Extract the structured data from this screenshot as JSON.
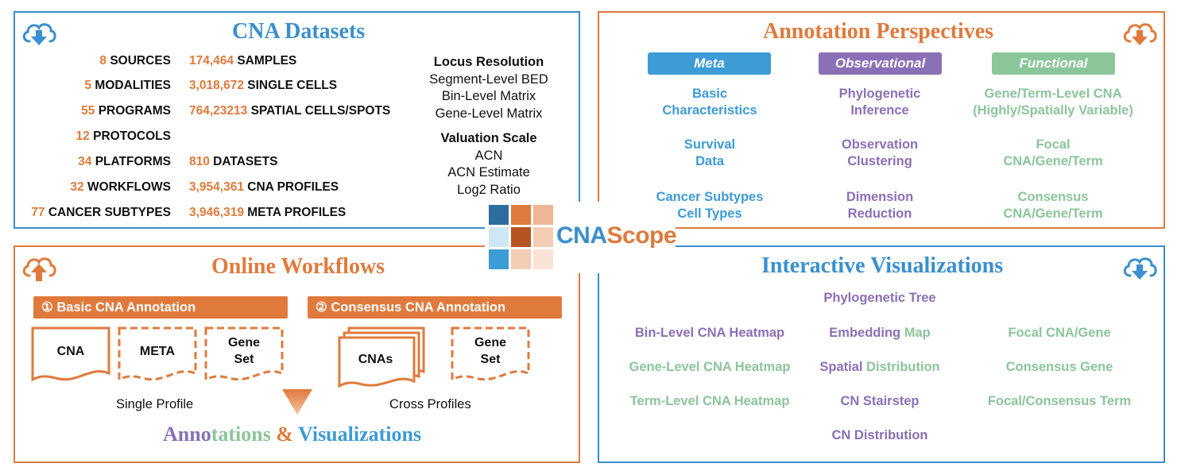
{
  "datasets": {
    "title": "CNA Datasets",
    "stats_left": [
      {
        "num": "8",
        "label": "SOURCES"
      },
      {
        "num": "5",
        "label": "MODALITIES"
      },
      {
        "num": "55",
        "label": "PROGRAMS"
      },
      {
        "num": "12",
        "label": "PROTOCOLS"
      },
      {
        "num": "34",
        "label": "PLATFORMS"
      },
      {
        "num": "32",
        "label": "WORKFLOWS"
      },
      {
        "num": "77",
        "label": "CANCER SUBTYPES"
      }
    ],
    "stats_right": [
      {
        "num": "174,464",
        "label": "SAMPLES"
      },
      {
        "num": "3,018,672",
        "label": "SINGLE CELLS"
      },
      {
        "num": "764,23213",
        "label": "SPATIAL CELLS/SPOTS"
      },
      {
        "num": "810",
        "label": "DATASETS"
      },
      {
        "num": "3,954,361",
        "label": "CNA PROFILES"
      },
      {
        "num": "3,946,319",
        "label": "META PROFILES"
      }
    ],
    "locus_heading": "Locus Resolution",
    "locus_items": [
      "Segment-Level BED",
      "Bin-Level Matrix",
      "Gene-Level Matrix"
    ],
    "valuation_heading": "Valuation Scale",
    "valuation_items": [
      "ACN",
      "ACN Estimate",
      "Log2 Ratio"
    ]
  },
  "annotation": {
    "title": "Annotation Perspectives",
    "columns": [
      {
        "pill": "Meta",
        "color": "#3d9bd6",
        "items": [
          "Basic\nCharacteristics",
          "Survival\nData",
          "Cancer Subtypes\nCell Types"
        ]
      },
      {
        "pill": "Observational",
        "color": "#8a70b6",
        "items": [
          "Phylogenetic\nInference",
          "Observation\nClustering",
          "Dimension\nReduction"
        ]
      },
      {
        "pill": "Functional",
        "color": "#8bc59a",
        "items": [
          "Gene/Term-Level CNA\n(Highly/Spatially Variable)",
          "Focal\nCNA/Gene/Term",
          "Consensus\nCNA/Gene/Term"
        ]
      }
    ]
  },
  "workflows": {
    "title": "Online Workflows",
    "banner1": "① Basic CNA Annotation",
    "banner2": "② Consensus CNA Annotation",
    "doc_cna": "CNA",
    "doc_meta": "META",
    "doc_gene1_l1": "Gene",
    "doc_gene1_l2": "Set",
    "doc_cnas": "CNAs",
    "doc_gene2_l1": "Gene",
    "doc_gene2_l2": "Set",
    "caption_single": "Single Profile",
    "caption_cross": "Cross Profiles",
    "result_parts": [
      {
        "text": "Anno",
        "color": "#8a70b6"
      },
      {
        "text": "tations",
        "color": "#8bc59a"
      },
      {
        "text": " & ",
        "color": "#e07a3c"
      },
      {
        "text": "Visualizations",
        "color": "#3d9bd6"
      }
    ]
  },
  "logo": {
    "part1": "CNA",
    "part2": "Scope",
    "part1_color": "#3a8fce",
    "part2_color": "#e07a3c"
  },
  "visualizations": {
    "title": "Interactive Visualizations",
    "items": [
      {
        "parts": [
          {
            "t": "Phylogenetic Tree",
            "c": "#8a70b6"
          }
        ]
      },
      {
        "parts": [
          {
            "t": "Bin-Level CNA Heatmap",
            "c": "#8a70b6"
          }
        ]
      },
      {
        "parts": [
          {
            "t": "Embedding ",
            "c": "#8a70b6"
          },
          {
            "t": "Map",
            "c": "#8bc59a"
          }
        ]
      },
      {
        "parts": [
          {
            "t": "Focal CNA/Gene",
            "c": "#8bc59a"
          }
        ]
      },
      {
        "parts": [
          {
            "t": "Gene-Level CNA Heatmap",
            "c": "#8bc59a"
          }
        ]
      },
      {
        "parts": [
          {
            "t": "Spatial ",
            "c": "#8a70b6"
          },
          {
            "t": "Distribution",
            "c": "#8bc59a"
          }
        ]
      },
      {
        "parts": [
          {
            "t": "Consensus Gene",
            "c": "#8bc59a"
          }
        ]
      },
      {
        "parts": [
          {
            "t": "Term-Level CNA Heatmap",
            "c": "#8bc59a"
          }
        ]
      },
      {
        "parts": [
          {
            "t": "CN Stairstep",
            "c": "#8a70b6"
          }
        ]
      },
      {
        "parts": [
          {
            "t": "Focal/Consensus Term",
            "c": "#8bc59a"
          }
        ]
      },
      {
        "parts": [
          {
            "t": "CN Distribution",
            "c": "#8a70b6"
          }
        ]
      }
    ]
  },
  "colors": {
    "blue": "#3a8fce",
    "orange": "#e07a3c",
    "purple": "#8a70b6",
    "green": "#8bc59a"
  }
}
